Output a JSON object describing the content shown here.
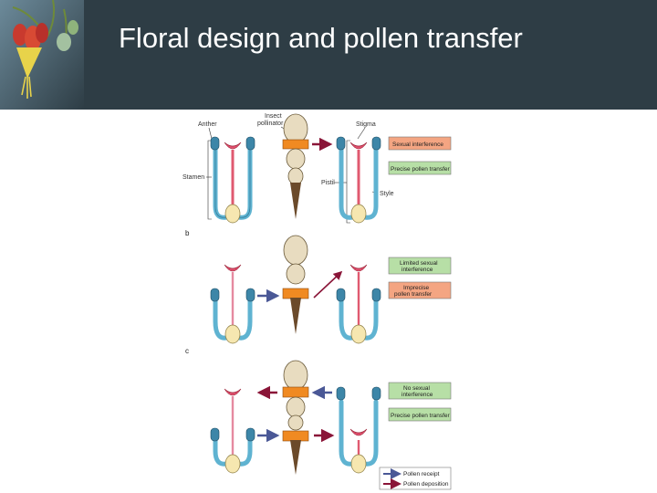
{
  "slide": {
    "title": "Floral design and pollen transfer"
  },
  "diagram": {
    "labels": {
      "anther": "Anther",
      "insect_pollinator": [
        "Insect",
        "pollinator"
      ],
      "stigma": "Stigma",
      "stamen": "Stamen",
      "pistil": "Pistil",
      "style": "Style"
    },
    "sections": [
      {
        "letter": "",
        "boxes": [
          {
            "lines": [
              "Sexual interference"
            ],
            "color": "#f4a582"
          },
          {
            "lines": [
              "Precise pollen transfer"
            ],
            "color": "#b7dfa6"
          }
        ]
      },
      {
        "letter": "b",
        "boxes": [
          {
            "lines": [
              "Limited sexual",
              "interference"
            ],
            "color": "#b7dfa6"
          },
          {
            "lines": [
              "Imprecise",
              "pollen transfer"
            ],
            "color": "#f4a582"
          }
        ]
      },
      {
        "letter": "c",
        "boxes": [
          {
            "lines": [
              "No sexual",
              "interference"
            ],
            "color": "#b7dfa6"
          },
          {
            "lines": [
              "Precise pollen transfer"
            ],
            "color": "#b7dfa6"
          }
        ]
      }
    ],
    "key": {
      "receipt": "Pollen receipt",
      "deposition": "Pollen deposition"
    },
    "colors": {
      "receipt_arrow": "#4a5896",
      "deposition_arrow": "#8a1538",
      "filament": "#5fb3d1",
      "stigma": "#e0506e",
      "style": "#e05a70",
      "ovary": "#f6e7b0",
      "anther": "#3d86a8",
      "insect_body": "#e8dcc0",
      "pollen_band": "#f08a22"
    }
  }
}
